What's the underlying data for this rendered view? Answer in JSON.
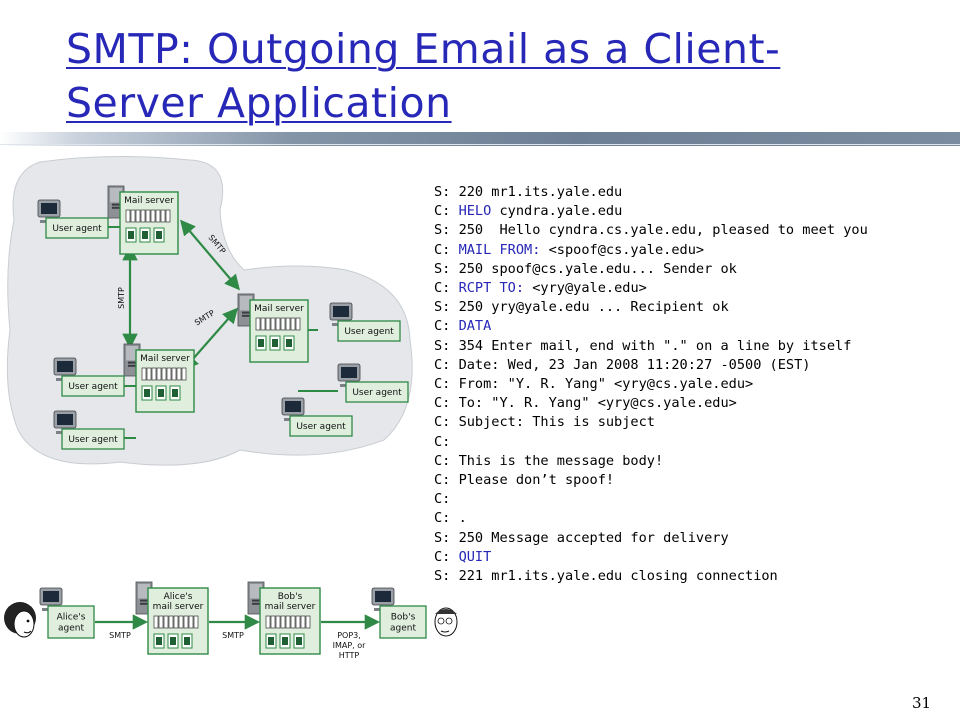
{
  "slide": {
    "title_line1": "SMTP: Outgoing Email as a Client-",
    "title_line2": "Server Application",
    "page_number": "31"
  },
  "colors": {
    "title": "#2727b8",
    "keyword": "#2727b8",
    "cloud": "#e5e7ea",
    "server_box": "#dfeedd",
    "server_border": "#2f8a46",
    "arrow": "#2f8a46"
  },
  "network_diagram": {
    "mail_server_label": "Mail server",
    "user_agent_label": "User agent",
    "smtp_label": "SMTP"
  },
  "flow_diagram": {
    "alice_agent": [
      "Alice's",
      "agent"
    ],
    "alice_server": [
      "Alice's",
      "mail server"
    ],
    "bob_server": [
      "Bob's",
      "mail server"
    ],
    "bob_agent": [
      "Bob's",
      "agent"
    ],
    "smtp_1": "SMTP",
    "smtp_2": "SMTP",
    "access_protocols": [
      "POP3,",
      "IMAP, or",
      "HTTP"
    ]
  },
  "transcript": [
    {
      "p": "S: ",
      "k": "",
      "r": "220 mr1.its.yale.edu"
    },
    {
      "p": "C: ",
      "k": "HELO",
      "r": " cyndra.yale.edu"
    },
    {
      "p": "S: ",
      "k": "",
      "r": "250  Hello cyndra.cs.yale.edu, pleased to meet you"
    },
    {
      "p": "C: ",
      "k": "MAIL FROM:",
      "r": " <spoof@cs.yale.edu>"
    },
    {
      "p": "S: ",
      "k": "",
      "r": "250 spoof@cs.yale.edu... Sender ok"
    },
    {
      "p": "C: ",
      "k": "RCPT TO:",
      "r": " <yry@yale.edu>"
    },
    {
      "p": "S: ",
      "k": "",
      "r": "250 yry@yale.edu ... Recipient ok"
    },
    {
      "p": "C: ",
      "k": "DATA",
      "r": ""
    },
    {
      "p": "S: ",
      "k": "",
      "r": "354 Enter mail, end with \".\" on a line by itself"
    },
    {
      "p": "C: ",
      "k": "",
      "r": "Date: Wed, 23 Jan 2008 11:20:27 -0500 (EST)"
    },
    {
      "p": "C: ",
      "k": "",
      "r": "From: \"Y. R. Yang\" <yry@cs.yale.edu>"
    },
    {
      "p": "C: ",
      "k": "",
      "r": "To: \"Y. R. Yang\" <yry@cs.yale.edu>"
    },
    {
      "p": "C: ",
      "k": "",
      "r": "Subject: This is subject"
    },
    {
      "p": "C:",
      "k": "",
      "r": ""
    },
    {
      "p": "C: ",
      "k": "",
      "r": "This is the message body!"
    },
    {
      "p": "C: ",
      "k": "",
      "r": "Please don’t spoof!"
    },
    {
      "p": "C:",
      "k": "",
      "r": ""
    },
    {
      "p": "C: ",
      "k": "",
      "r": "."
    },
    {
      "p": "S: ",
      "k": "",
      "r": "250 Message accepted for delivery"
    },
    {
      "p": "C: ",
      "k": "QUIT",
      "r": ""
    },
    {
      "p": "S: ",
      "k": "",
      "r": "221 mr1.its.yale.edu closing connection"
    }
  ]
}
